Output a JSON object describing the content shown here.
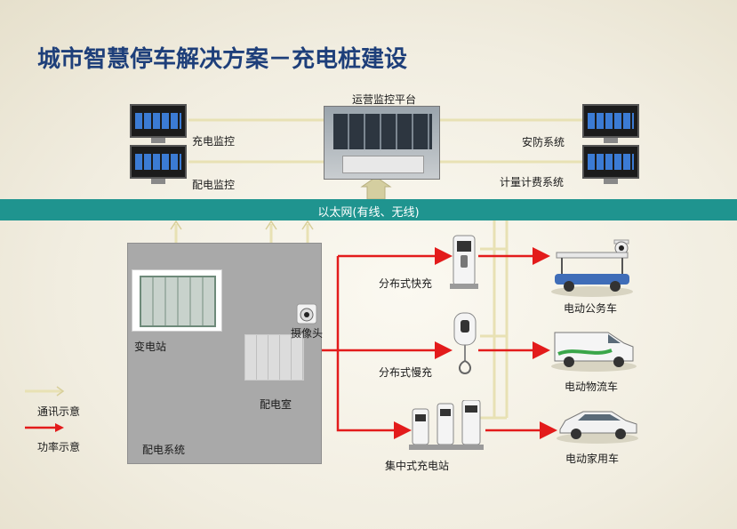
{
  "title": "城市智慧停车解决方案－充电桩建设",
  "platform": {
    "title": "运营监控平台"
  },
  "monitors": {
    "charging": "充电监控",
    "distribution": "配电监控",
    "security": "安防系统",
    "metering": "计量计费系统"
  },
  "network": {
    "label": "以太网(有线、无线)"
  },
  "distribution_system": {
    "label": "配电系统",
    "substation": "变电站",
    "room": "配电室",
    "camera": "摄像头"
  },
  "chargers": {
    "fast": "分布式快充",
    "slow": "分布式慢充",
    "station": "集中式充电站"
  },
  "vehicles": {
    "official": "电动公务车",
    "logistics": "电动物流车",
    "family": "电动家用车"
  },
  "legend": {
    "comm": "通讯示意",
    "power": "功率示意"
  },
  "colors": {
    "title": "#1e3f7a",
    "network": "#1f948f",
    "comm_line": "#e8e1b4",
    "power_arrow": "#e31b1b",
    "system_box": "#a9a9a9"
  }
}
